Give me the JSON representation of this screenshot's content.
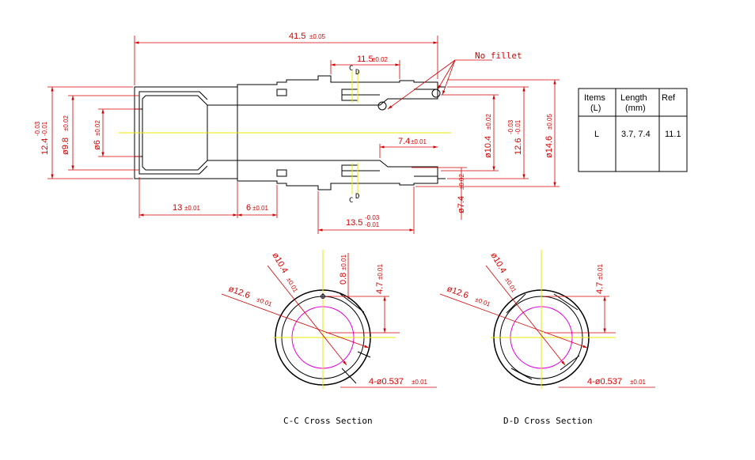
{
  "drawing": {
    "note": "No fillet",
    "top_view": {
      "overall_length": {
        "value": "41.5",
        "tol": "±0.05"
      },
      "slot_length": {
        "value": "11.5",
        "tol": "±0.02"
      },
      "inner_len": {
        "value": "7.4",
        "tol": "±0.01"
      },
      "len_13": {
        "value": "13",
        "tol": "±0.01"
      },
      "len_6": {
        "value": "6",
        "tol": "±0.01"
      },
      "len_13_5": {
        "value": "13.5",
        "tol_upper": "-0.03",
        "tol_lower": "-0.01"
      },
      "dia_12_4": {
        "value": "12.4",
        "tol_upper": "-0.03",
        "tol_lower": "-0.01"
      },
      "dia_9_8": {
        "value": "ø9.8",
        "tol": "±0.02"
      },
      "dia_6": {
        "value": "ø6",
        "tol": "±0.02"
      },
      "dia_10_4": {
        "value": "ø10.4",
        "tol": "±0.02"
      },
      "dia_12_6": {
        "value": "12.6",
        "tol_upper": "-0.03",
        "tol_lower": "-0.01"
      },
      "dia_14_6": {
        "value": "ø14.6",
        "tol": "±0.05"
      },
      "dia_7_4": {
        "value": "ø7.4",
        "tol": "±0.02"
      },
      "section_c": "C",
      "section_d": "D"
    },
    "cc_section": {
      "title": "C-C Cross Section",
      "dia_10_4": {
        "value": "ø10.4",
        "tol": "±0.01"
      },
      "dia_12_6": {
        "value": "ø12.6",
        "tol": "±0.01"
      },
      "offset_0_8": {
        "value": "0.8",
        "tol": "±0.01"
      },
      "offset_4_7": {
        "value": "4.7",
        "tol": "±0.01"
      },
      "holes": {
        "value": "4-ø0.537",
        "tol": "±0.01"
      }
    },
    "dd_section": {
      "title": "D-D Cross Section",
      "dia_10_4": {
        "value": "ø10.4",
        "tol": "±0.01"
      },
      "dia_12_6": {
        "value": "ø12.6",
        "tol": "±0.01"
      },
      "offset_4_7": {
        "value": "4.7",
        "tol": "±0.01"
      },
      "holes": {
        "value": "4-ø0.537",
        "tol": "±0.01"
      }
    },
    "table": {
      "col1_line1": "Items",
      "col1_line2": "(L)",
      "col2_line1": "Length",
      "col2_line2": "(mm)",
      "col3": "Ref",
      "row_item": "L",
      "row_length": "3.7,  7.4",
      "row_ref": "11.1"
    },
    "colors": {
      "dim": "#d40000",
      "center": "#e8e800",
      "line": "#000000",
      "magenta": "#e000e0"
    }
  }
}
